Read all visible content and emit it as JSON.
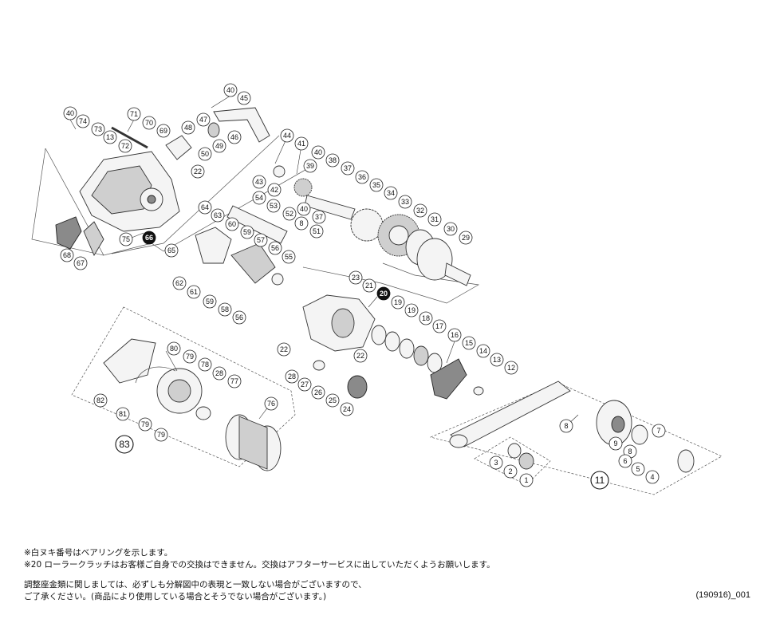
{
  "notes": {
    "line1": "※白ヌキ番号はベアリングを示します。",
    "line2": "※20 ローラークラッチはお客様ご自身での交換はできません。交換はアフターサービスに出していただくようお願いします。",
    "line3": "調整座金類に関しましては、必ずしも分解図中の表現と一致しない場合がございますので、",
    "line4": "ご了承ください。(商品により使用している場合とそうでない場合がございます。)"
  },
  "diagram_code": "(190916)_001",
  "callouts": [
    {
      "id": "c40a",
      "label": "40"
    },
    {
      "id": "c45",
      "label": "45"
    },
    {
      "id": "c40b",
      "label": "40"
    },
    {
      "id": "c74",
      "label": "74"
    },
    {
      "id": "c73",
      "label": "73"
    },
    {
      "id": "c13a",
      "label": "13"
    },
    {
      "id": "c72",
      "label": "72"
    },
    {
      "id": "c71",
      "label": "71"
    },
    {
      "id": "c70",
      "label": "70"
    },
    {
      "id": "c69",
      "label": "69"
    },
    {
      "id": "c47",
      "label": "47"
    },
    {
      "id": "c48",
      "label": "48"
    },
    {
      "id": "c46",
      "label": "46"
    },
    {
      "id": "c49",
      "label": "49"
    },
    {
      "id": "c50",
      "label": "50"
    },
    {
      "id": "c44",
      "label": "44"
    },
    {
      "id": "c41",
      "label": "41"
    },
    {
      "id": "c40c",
      "label": "40"
    },
    {
      "id": "c38",
      "label": "38"
    },
    {
      "id": "c39",
      "label": "39"
    },
    {
      "id": "c37a",
      "label": "37"
    },
    {
      "id": "c36",
      "label": "36"
    },
    {
      "id": "c43",
      "label": "43"
    },
    {
      "id": "c42",
      "label": "42"
    },
    {
      "id": "c35",
      "label": "35"
    },
    {
      "id": "c34",
      "label": "34"
    },
    {
      "id": "c33",
      "label": "33"
    },
    {
      "id": "c32",
      "label": "32"
    },
    {
      "id": "c31",
      "label": "31"
    },
    {
      "id": "c30",
      "label": "30"
    },
    {
      "id": "c29",
      "label": "29"
    },
    {
      "id": "c22a",
      "label": "22"
    },
    {
      "id": "c54",
      "label": "54"
    },
    {
      "id": "c53",
      "label": "53"
    },
    {
      "id": "c40d",
      "label": "40"
    },
    {
      "id": "c52",
      "label": "52"
    },
    {
      "id": "c37b",
      "label": "37"
    },
    {
      "id": "c8a",
      "label": "8"
    },
    {
      "id": "c51",
      "label": "51"
    },
    {
      "id": "c64",
      "label": "64"
    },
    {
      "id": "c63",
      "label": "63"
    },
    {
      "id": "c60",
      "label": "60"
    },
    {
      "id": "c59a",
      "label": "59"
    },
    {
      "id": "c57",
      "label": "57"
    },
    {
      "id": "c56a",
      "label": "56"
    },
    {
      "id": "c55",
      "label": "55"
    },
    {
      "id": "c75",
      "label": "75"
    },
    {
      "id": "c66",
      "label": "66",
      "inv": true
    },
    {
      "id": "c65",
      "label": "65"
    },
    {
      "id": "c68",
      "label": "68"
    },
    {
      "id": "c67",
      "label": "67"
    },
    {
      "id": "c62",
      "label": "62"
    },
    {
      "id": "c61",
      "label": "61"
    },
    {
      "id": "c59b",
      "label": "59"
    },
    {
      "id": "c58",
      "label": "58"
    },
    {
      "id": "c56b",
      "label": "56"
    },
    {
      "id": "c23",
      "label": "23"
    },
    {
      "id": "c21",
      "label": "21"
    },
    {
      "id": "c20",
      "label": "20",
      "inv": true
    },
    {
      "id": "c19a",
      "label": "19"
    },
    {
      "id": "c19b",
      "label": "19"
    },
    {
      "id": "c18",
      "label": "18"
    },
    {
      "id": "c17",
      "label": "17"
    },
    {
      "id": "c16",
      "label": "16"
    },
    {
      "id": "c15",
      "label": "15"
    },
    {
      "id": "c14",
      "label": "14"
    },
    {
      "id": "c13b",
      "label": "13"
    },
    {
      "id": "c12",
      "label": "12"
    },
    {
      "id": "c22b",
      "label": "22"
    },
    {
      "id": "c22c",
      "label": "22"
    },
    {
      "id": "c28a",
      "label": "28"
    },
    {
      "id": "c27",
      "label": "27"
    },
    {
      "id": "c26",
      "label": "26"
    },
    {
      "id": "c25",
      "label": "25"
    },
    {
      "id": "c24",
      "label": "24"
    },
    {
      "id": "c80",
      "label": "80"
    },
    {
      "id": "c79a",
      "label": "79"
    },
    {
      "id": "c78",
      "label": "78"
    },
    {
      "id": "c28b",
      "label": "28"
    },
    {
      "id": "c77",
      "label": "77"
    },
    {
      "id": "c82",
      "label": "82"
    },
    {
      "id": "c81",
      "label": "81"
    },
    {
      "id": "c79b",
      "label": "79"
    },
    {
      "id": "c79c",
      "label": "79"
    },
    {
      "id": "c76",
      "label": "76"
    },
    {
      "id": "c8b",
      "label": "8"
    },
    {
      "id": "c9",
      "label": "9"
    },
    {
      "id": "c8c",
      "label": "8"
    },
    {
      "id": "c7",
      "label": "7"
    },
    {
      "id": "c6",
      "label": "6"
    },
    {
      "id": "c5",
      "label": "5"
    },
    {
      "id": "c4",
      "label": "4"
    },
    {
      "id": "c3",
      "label": "3"
    },
    {
      "id": "c2",
      "label": "2"
    },
    {
      "id": "c1",
      "label": "1"
    }
  ],
  "groups": [
    {
      "id": "g83",
      "label": "83"
    },
    {
      "id": "g11",
      "label": "11"
    }
  ]
}
